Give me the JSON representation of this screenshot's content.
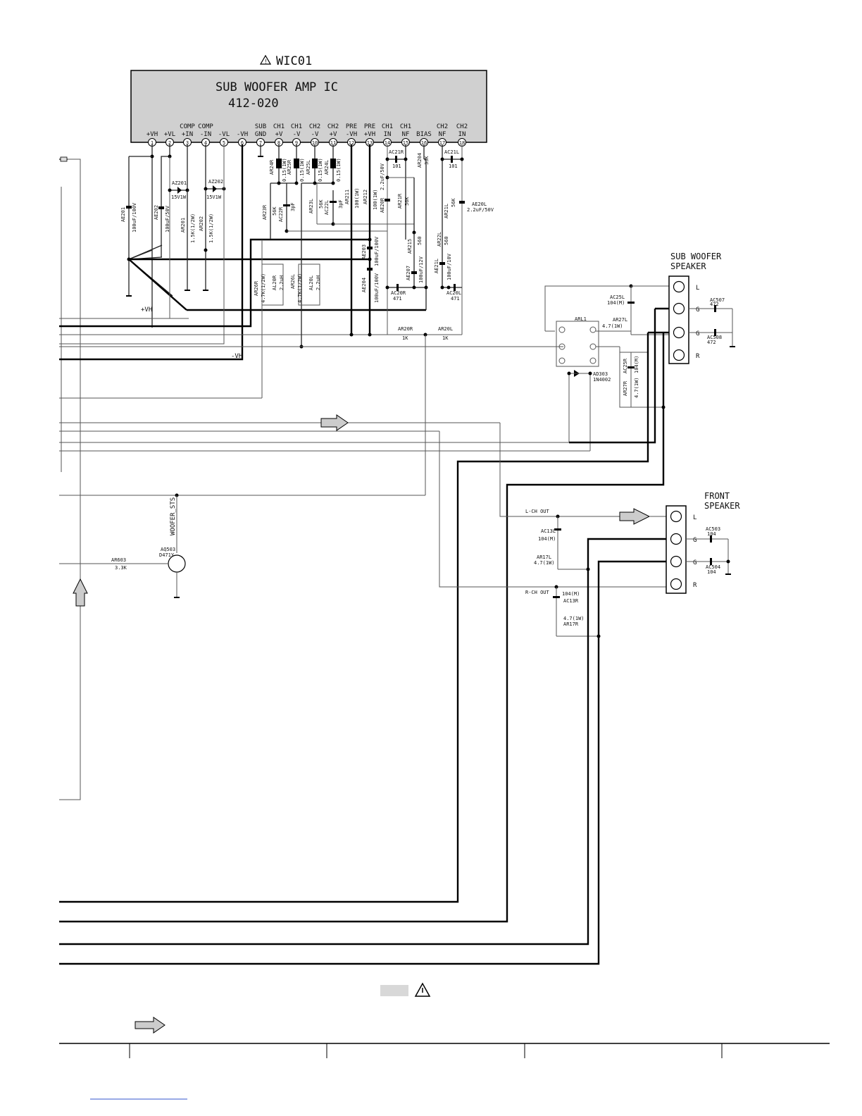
{
  "ic": {
    "ref": "WIC01",
    "title_line1": "SUB WOOFER AMP IC",
    "title_line2": "412-020",
    "pins": [
      {
        "n": "1",
        "top": "",
        "bot": "+VH"
      },
      {
        "n": "2",
        "top": "",
        "bot": "+VL"
      },
      {
        "n": "3",
        "top": "COMP",
        "bot": "+IN"
      },
      {
        "n": "4",
        "top": "COMP",
        "bot": "-IN"
      },
      {
        "n": "5",
        "top": "",
        "bot": "-VL"
      },
      {
        "n": "6",
        "top": "",
        "bot": "-VH"
      },
      {
        "n": "7",
        "top": "SUB",
        "bot": "GND"
      },
      {
        "n": "8",
        "top": "CH1",
        "bot": "+V"
      },
      {
        "n": "9",
        "top": "CH1",
        "bot": "-V"
      },
      {
        "n": "10",
        "top": "CH2",
        "bot": "-V"
      },
      {
        "n": "11",
        "top": "CH2",
        "bot": "+V"
      },
      {
        "n": "12",
        "top": "PRE",
        "bot": "-VH"
      },
      {
        "n": "13",
        "top": "PRE",
        "bot": "+VH"
      },
      {
        "n": "14",
        "top": "CH1",
        "bot": "IN"
      },
      {
        "n": "15",
        "top": "CH1",
        "bot": "NF"
      },
      {
        "n": "16",
        "top": "",
        "bot": "BIAS"
      },
      {
        "n": "17",
        "top": "CH2",
        "bot": "NF"
      },
      {
        "n": "18",
        "top": "CH2",
        "bot": "IN"
      }
    ]
  },
  "components": {
    "ae201": "AE201",
    "ae201_val": "100uF/100V",
    "ae202": "AE202",
    "ae202_val": "100uF/50V",
    "az201": "AZ201",
    "az201_val": "15V1W",
    "az202": "AZ202",
    "az202_val": "15V1W",
    "ar201": "AR201",
    "ar201_val": "1.5K(1/2W)",
    "ar202": "AR202",
    "ar202_val": "1.5K(1/2W)",
    "ar24r": "AR24R",
    "ar24r_val": "0.15(1W)",
    "ar25r": "AR25R",
    "ar25r_val": "0.15(1W)",
    "ar25l": "AR25L",
    "ar25l_val": "0.15(1W)",
    "ar24l": "AR24L",
    "ar24l_val": "0.15(1W)",
    "ar23r": "AR23R",
    "ar23r_val": "56K",
    "ac22r": "AC22R",
    "ac22r_val": "3pF",
    "ar23l": "AR23L",
    "ar23l_val": "56K",
    "ac22l": "AC22L",
    "ac22l_val": "3pF",
    "ar211": "AR211",
    "ar211_val": "100(1W)",
    "ar212": "AR212",
    "ar212_val": "100(1W)",
    "ac21r": "AC21R",
    "ac21r_val": "101",
    "ac21l": "AC21L",
    "ac21l_val": "101",
    "ar204": "AR204",
    "ar204_val": "33K",
    "ae20r": "AE20R",
    "ae20r_val": "2.2uF/50V",
    "ar21r": "AR21R",
    "ar21r_val": "56K",
    "ar21l": "AR21L",
    "ar21l_val": "56K",
    "ae20l": "AE20L",
    "ae20l_val": "2.2uF/50V",
    "ae203": "AE203",
    "ae203_val": "100uF/100V",
    "ae204": "AE204",
    "ae204_val": "100uF/100V",
    "ar215": "AR215",
    "ar215_val": "560",
    "ar22l": "AR22L",
    "ar22l_val": "560",
    "ae207": "AE207",
    "ae207_val": "100uF/12V",
    "ae21l": "AE21L",
    "ae21l_val": "100uF/10V",
    "ar26r": "AR26R",
    "ar26r_val": "4.7K(1/2W)",
    "al20r": "AL20R",
    "al20r_val": "2.2uH",
    "ar26l": "AR26L",
    "ar26l_val": "4.7K(1/2W)",
    "al20l": "AL20L",
    "al20l_val": "2.2uH",
    "ac20r": "AC20R",
    "ac20r_val": "471",
    "ac20l": "AC20L",
    "ac20l_val": "471",
    "ar20r": "AR20R",
    "ar20r_val": "1K",
    "ar20l": "AR20L",
    "ar20l_val": "1K",
    "arl1": "ARL1",
    "ac25l": "AC25L",
    "ac25l_val": "104(M)",
    "ar27l": "AR27L",
    "ar27l_val": "4.7(1W)",
    "ac25r": "AC25R",
    "ac25r_val": "104(M)",
    "ar27r": "AR27R",
    "ar27r_val": "4.7(1W)",
    "ad303": "AD303",
    "ad303_val": "1N4002",
    "ac507": "AC507",
    "ac507_val": "472",
    "ac508": "AC508",
    "ac508_val": "472",
    "ac503": "AC503",
    "ac503_val": "104",
    "ac504": "AC504",
    "ac504_val": "104",
    "ac13l": "AC13L",
    "ac13l_val": "104(M)",
    "ar17l": "AR17L",
    "ar17l_val": "4.7(1W)",
    "ac13r": "AC13R",
    "ac13r_val": "104(M)",
    "ar17r": "AR17R",
    "ar17r_val": "4.7(1W)",
    "aq503": "AQ503",
    "aq503_val": "D471Y",
    "ar603": "AR603",
    "ar603_val": "3.3K"
  },
  "nets": {
    "vh_pos": "+VH",
    "vh_neg": "-VH",
    "woofer_sts": "WOOFER_STS",
    "lch_out": "L-CH OUT",
    "rch_out": "R-CH OUT"
  },
  "sub_speaker": {
    "title1": "SUB WOOFER",
    "title2": "SPEAKER",
    "pins": [
      "L",
      "G",
      "G",
      "R"
    ]
  },
  "front_speaker": {
    "title1": "FRONT",
    "title2": "SPEAKER",
    "pins": [
      "L",
      "G",
      "G",
      "R"
    ]
  }
}
